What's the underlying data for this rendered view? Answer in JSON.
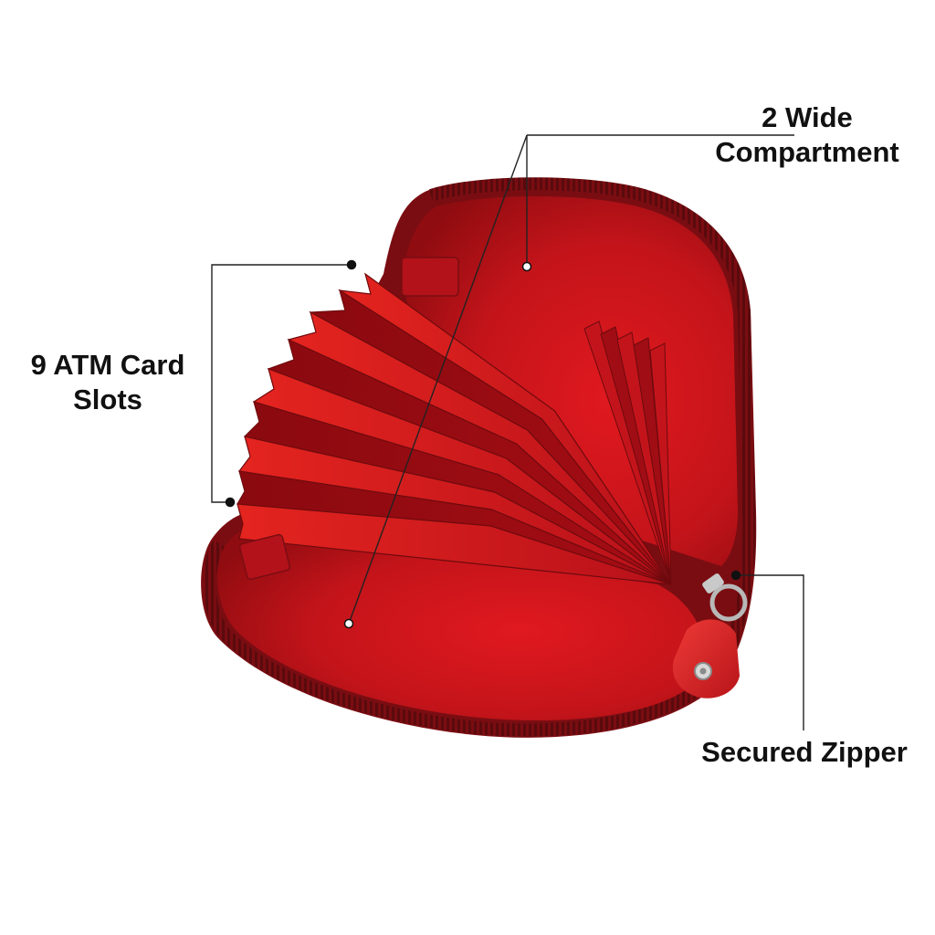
{
  "callouts": {
    "compartment": {
      "line1": "2 Wide",
      "line2": "Compartment"
    },
    "card_slots": {
      "line1": "9 ATM Card",
      "line2": "Slots"
    },
    "zipper": {
      "line1": "Secured Zipper"
    }
  },
  "colors": {
    "background": "#ffffff",
    "leather": "#9e0f14",
    "lining": "#c8141b",
    "zipper": "#5a0a0d",
    "pull_tab": "#d9262a",
    "callout_line": "#222222",
    "text": "#111111"
  }
}
